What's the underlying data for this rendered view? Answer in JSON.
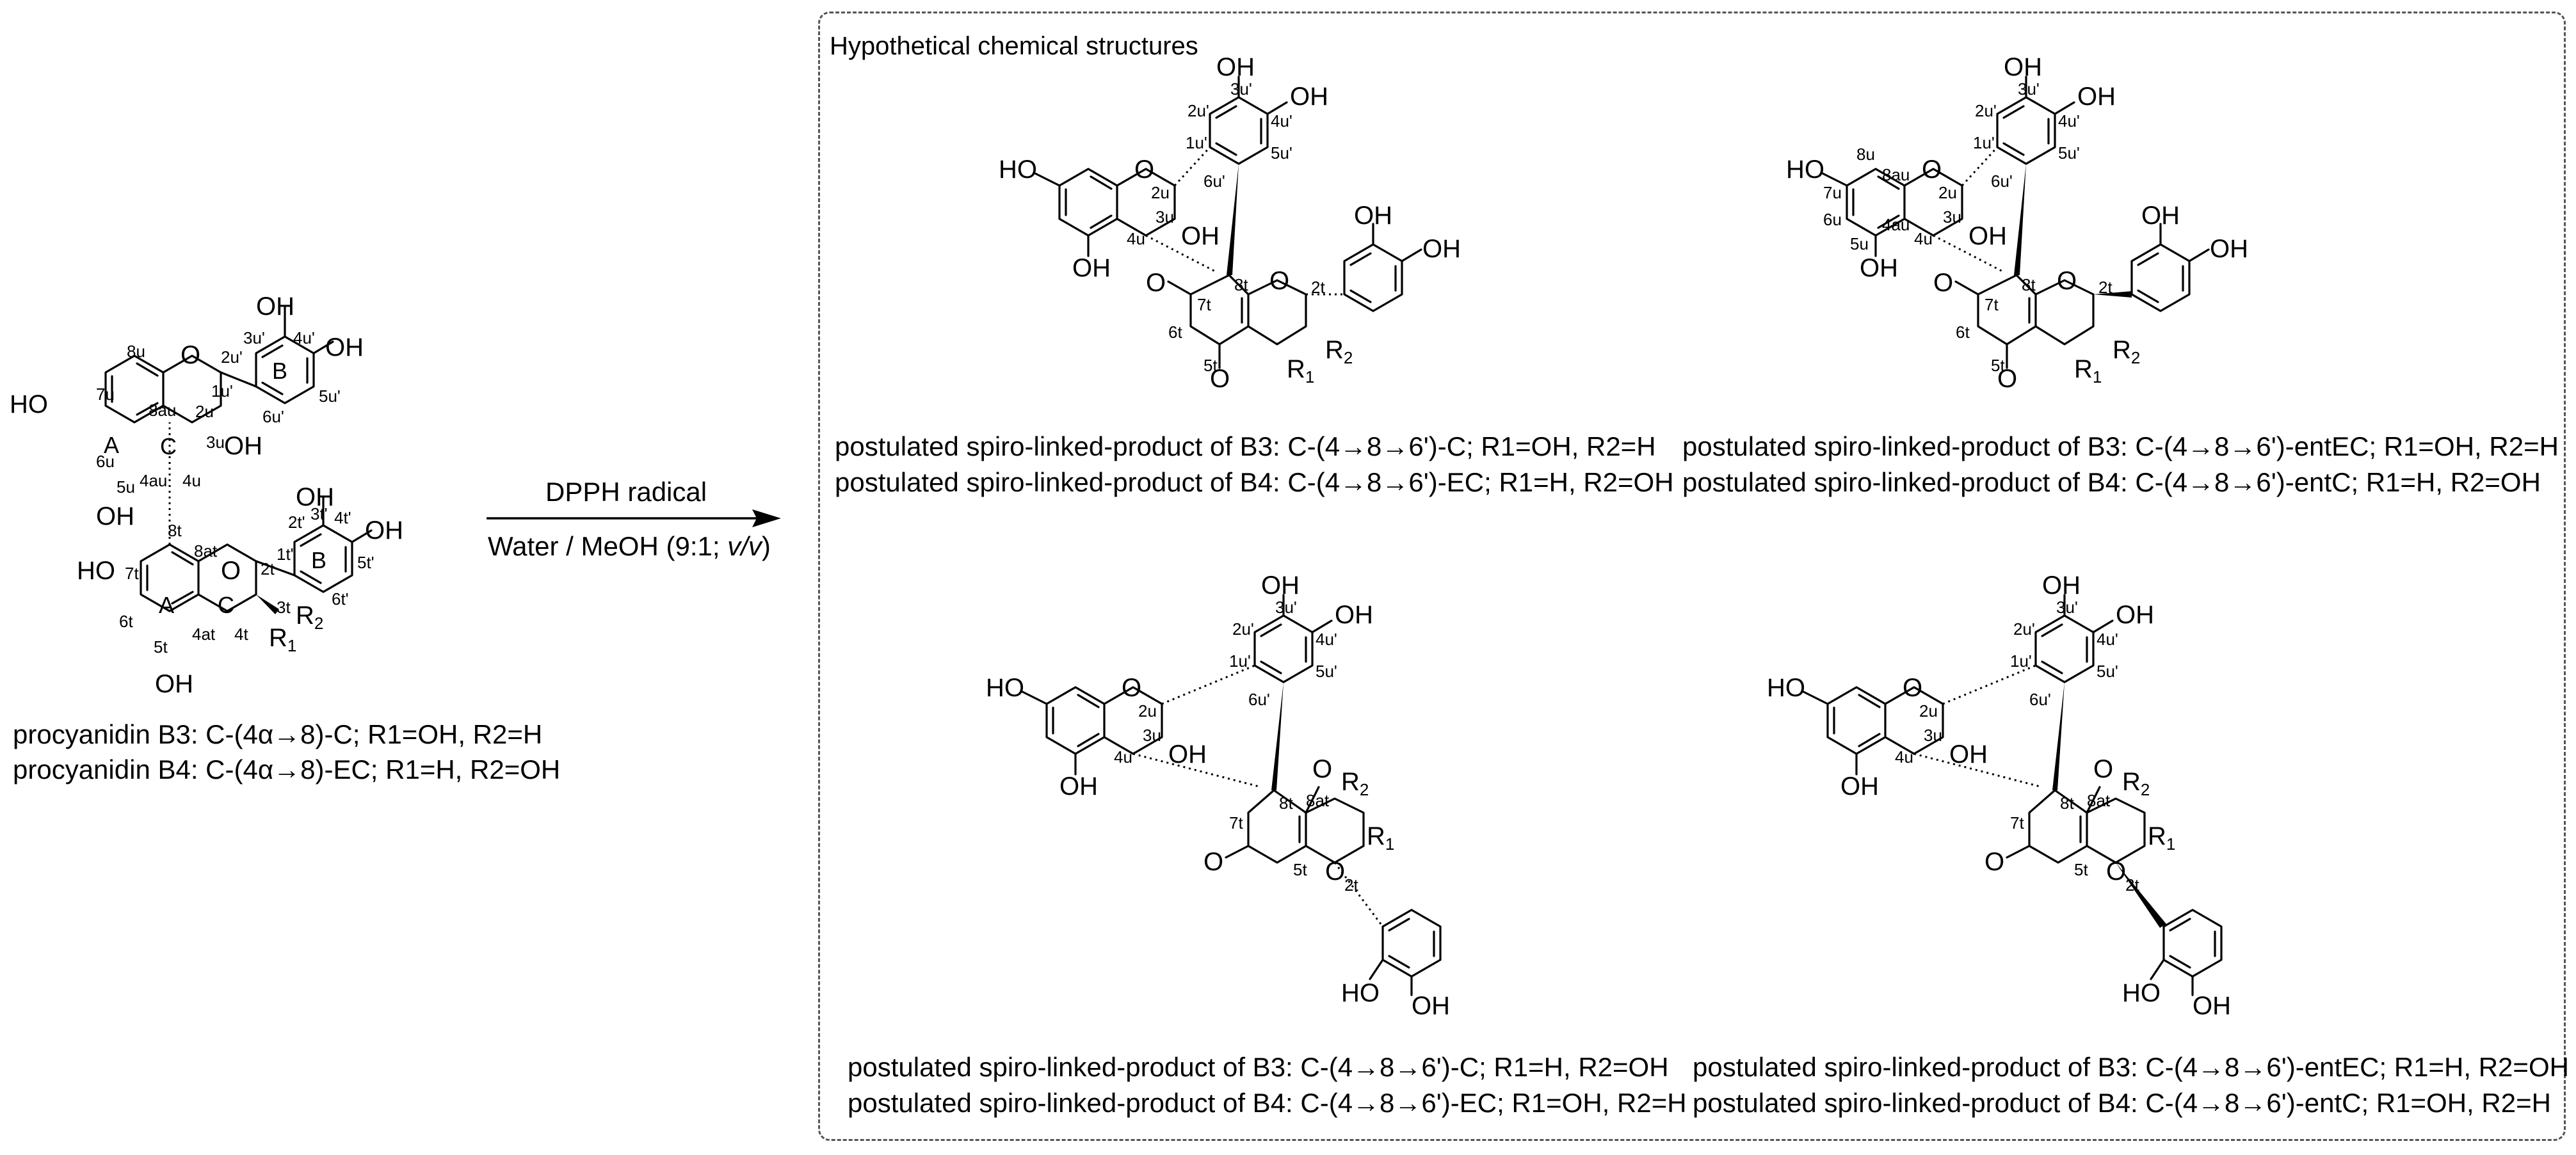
{
  "reactant": {
    "labels": {
      "OH": "OH",
      "O": "O",
      "HO": "HO",
      "R1": "R",
      "R2": "R",
      "sub1": "1",
      "sub2": "2",
      "ringA": "A",
      "ringB": "B",
      "ringC": "C",
      "n8u": "8u",
      "n7u": "7u",
      "n6u": "6u",
      "n5u": "5u",
      "n4au": "4au",
      "n8au": "8au",
      "n2u": "2u",
      "n3u": "3u",
      "n4u": "4u",
      "n1u": "1u'",
      "n2up": "2u'",
      "n3up": "3u'",
      "n4up": "4u'",
      "n5up": "5u'",
      "n6up": "6u'",
      "n8t": "8t",
      "n7t": "7t",
      "n6t": "6t",
      "n5t": "5t",
      "n4at": "4at",
      "n8at": "8at",
      "n2t": "2t",
      "n3t": "3t",
      "n4t": "4t",
      "n1t": "1t'",
      "n2tp": "2t'",
      "n3tp": "3t'",
      "n4tp": "4t'",
      "n5tp": "5t'",
      "n6tp": "6t'"
    },
    "captions": [
      "procyanidin B3: C-(4α→8)-C; R1=OH, R2=H",
      "procyanidin B4: C-(4α→8)-EC; R1=H, R2=OH"
    ]
  },
  "arrow": {
    "top_label": "DPPH radical",
    "bottom_label_prefix": "Water / MeOH (9:1; ",
    "bottom_label_italic": "v/v",
    "bottom_label_suffix": ")"
  },
  "hypothetical": {
    "title": "Hypothetical chemical structures",
    "labels": {
      "OH": "OH",
      "O": "O",
      "HO": "HO",
      "R1": "R",
      "R2": "R",
      "sub1": "1",
      "sub2": "2",
      "n8u": "8u",
      "n7u": "7u",
      "n6u": "6u",
      "n5u": "5u",
      "n4au": "4au",
      "n8au": "8au",
      "n2u": "2u",
      "n3u": "3u",
      "n4u": "4u",
      "n1up": "1u'",
      "n2up": "2u'",
      "n3up": "3u'",
      "n4up": "4u'",
      "n5up": "5u'",
      "n6up": "6u'",
      "n8t": "8t",
      "n7t": "7t",
      "n6t": "6t",
      "n5t": "5t",
      "n2t": "2t",
      "n8at": "8at"
    },
    "captions": {
      "top_left": [
        "postulated spiro-linked-product of B3: C-(4→8→6')-C; R1=OH, R2=H",
        "postulated spiro-linked-product of B4: C-(4→8→6')-EC; R1=H, R2=OH"
      ],
      "top_right": [
        "postulated spiro-linked-product of B3: C-(4→8→6')-entEC; R1=OH, R2=H",
        "postulated spiro-linked-product of B4: C-(4→8→6')-entC; R1=H, R2=OH"
      ],
      "bottom_left": [
        "postulated spiro-linked-product of B3: C-(4→8→6')-C; R1=H, R2=OH",
        "postulated spiro-linked-product of B4: C-(4→8→6')-EC; R1=OH, R2=H"
      ],
      "bottom_right": [
        "postulated spiro-linked-product of B3: C-(4→8→6')-entEC; R1=H, R2=OH",
        "postulated spiro-linked-product of B4: C-(4→8→6')-entC; R1=OH, R2=H"
      ]
    }
  }
}
